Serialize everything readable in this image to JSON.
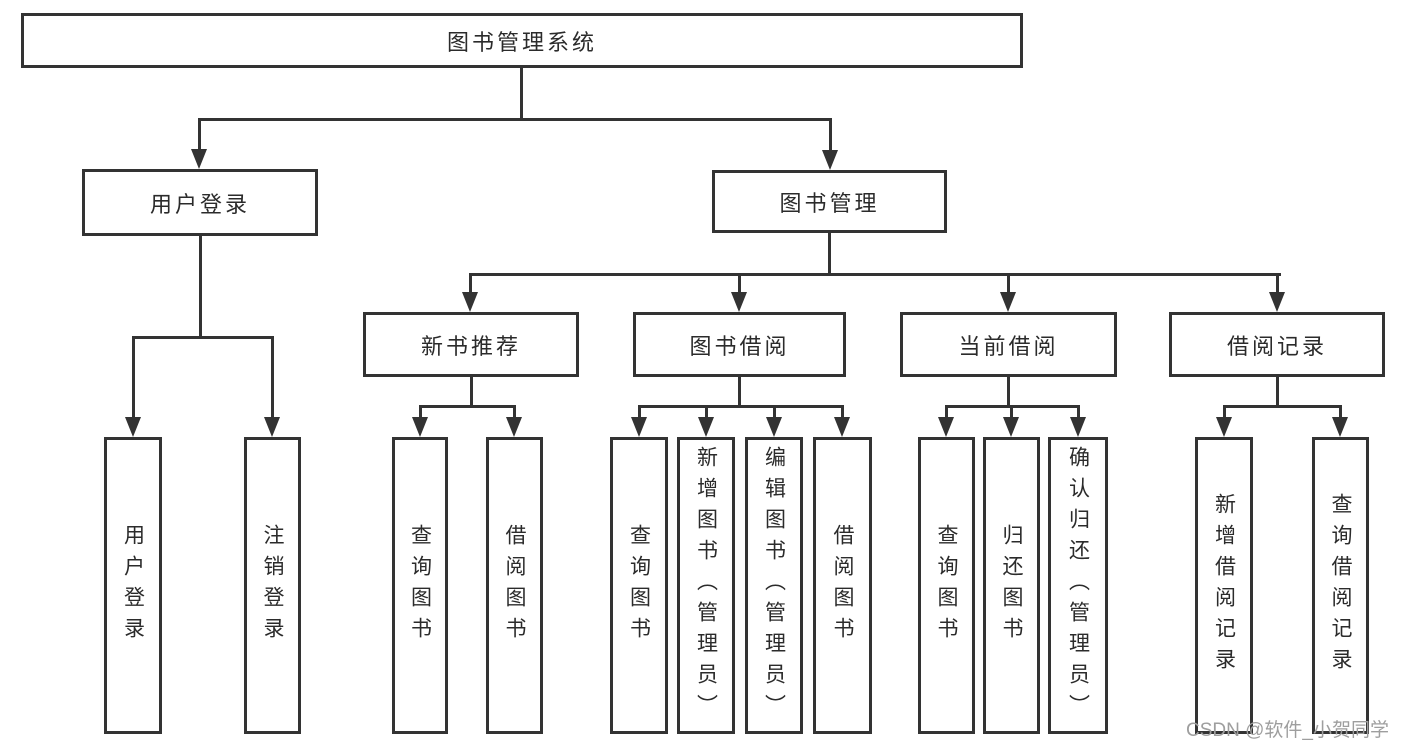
{
  "diagram": {
    "root_label": "图书管理系统",
    "level2": [
      "用户登录",
      "图书管理"
    ],
    "level3": [
      "新书推荐",
      "图书借阅",
      "当前借阅",
      "借阅记录"
    ],
    "leaves_user_login": [
      "用户登录",
      "注销登录"
    ],
    "leaves_new_book": [
      "查询图书",
      "借阅图书"
    ],
    "leaves_book_borrow": [
      "查询图书",
      "新增图书（管理员）",
      "编辑图书（管理员）",
      "借阅图书"
    ],
    "leaves_current_borrow": [
      "查询图书",
      "归还图书",
      "确认归还（管理员）"
    ],
    "leaves_borrow_record": [
      "新增借阅记录",
      "查询借阅记录"
    ]
  },
  "watermark": "CSDN @软件_小贺同学",
  "colors": {
    "line": "#333333",
    "text": "#2b2b2b",
    "watermark": "#9e9e9e",
    "background": "#ffffff"
  }
}
